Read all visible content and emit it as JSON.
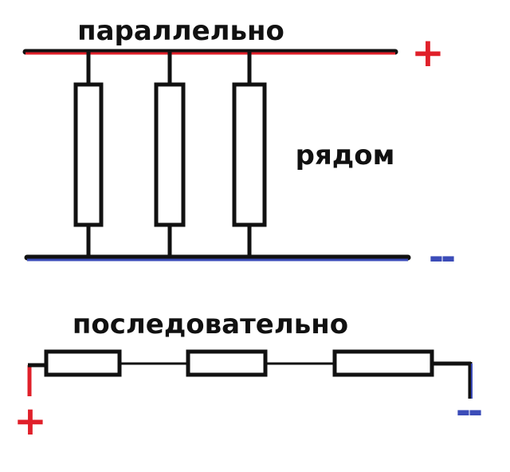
{
  "parallel": {
    "title": "параллельно",
    "side_label": "рядом",
    "plus_sign": "+",
    "minus_sign": "--"
  },
  "series": {
    "title": "последовательно",
    "plus_sign": "+",
    "minus_sign": "--"
  },
  "colors": {
    "positive": "#e0202a",
    "negative": "#3b4cb8",
    "wire": "#111111",
    "resistor_fill": "#ffffff"
  }
}
